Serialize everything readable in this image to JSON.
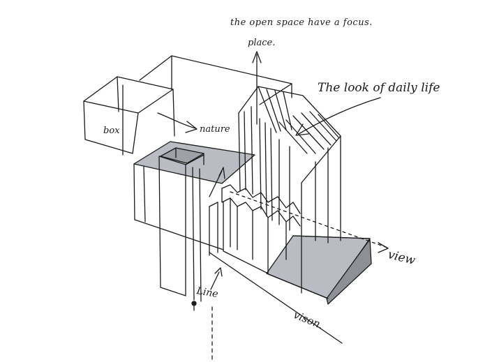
{
  "annotations": {
    "open_space": "the open space have a focus.",
    "place": "place.",
    "daily_life": "The look of daily life",
    "nature": "nature",
    "box": "box",
    "view": "view",
    "line": "Line",
    "vison": "vison."
  },
  "colors": {
    "ink": "#1a1a1a",
    "shade": "#b9bcc2",
    "paper": "#ffffff"
  }
}
